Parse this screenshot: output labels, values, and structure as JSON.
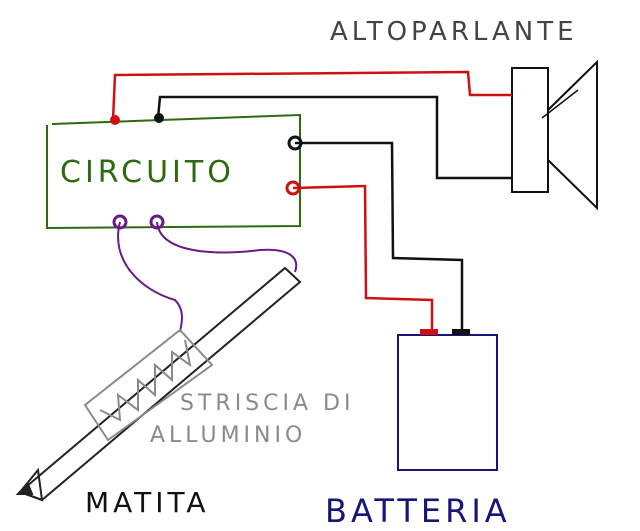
{
  "labels": {
    "speaker": "ALTOPARLANTE",
    "circuit": "CIRCUITO",
    "strip_line1": "STRISCIA DI",
    "strip_line2": "ALLUMINIO",
    "pencil": "MATITA",
    "battery": "BATTERIA"
  },
  "colors": {
    "red_wire": "#d01010",
    "black_wire": "#111111",
    "circuit": "#2e6b10",
    "purple_wire": "#6a1b8a",
    "battery": "#15157a",
    "pencil": "#222222",
    "strip": "#8a8a8a",
    "label_gray": "#444444"
  }
}
